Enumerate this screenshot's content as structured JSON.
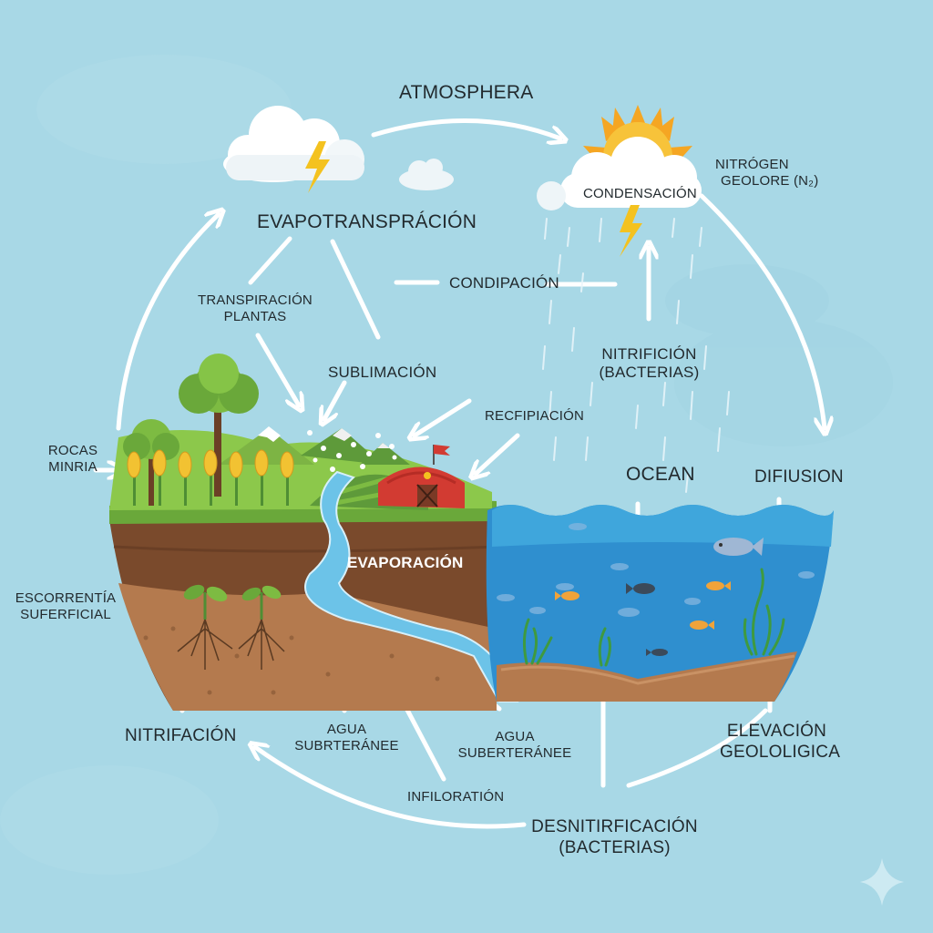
{
  "diagram": {
    "type": "water-and-nitrogen-cycle illustration",
    "colors": {
      "background": "#a8d8e6",
      "arrow": "#ffffff",
      "text": "#222a2e",
      "grass": "#7dbb42",
      "soil_dark": "#7a4a2c",
      "soil_light": "#b47a4e",
      "ocean": "#2f8fcf",
      "river": "#6cc3e8",
      "barn": "#d23b32",
      "sun": "#f5b82e",
      "lightning": "#f4c21f"
    },
    "labels": {
      "atmosphera": "ATMOSPHERA",
      "condensacion": "CONDENSACIÓN",
      "nitrogen_line1": "NITRÓGEN",
      "nitrogen_line2": "GEOLORE (N₂)",
      "evapotranspiracion": "EVAPOTRANSPRÁCIÓN",
      "condipacion": "CONDIPACIÓN",
      "transpiracion_line1": "TRANSPIRACIÓN",
      "transpiracion_line2": "PLANTAS",
      "nitrificion_line1": "NITRIFICIÓN",
      "nitrificion_line2": "(BACTERIAS)",
      "sublimacion": "SUBLIMACIÓN",
      "recfipiacion": "RECFIPIACIÓN",
      "ocean": "OCEAN",
      "difusion": "DIFIUSION",
      "rocas_line1": "ROCAS",
      "rocas_line2": "MINRIA",
      "evaporacion": "EVAPORACIÓN",
      "escorrentia_line1": "ESCORRENTÍA",
      "escorrentia_line2": "SUFERFICIAL",
      "nitrifacion": "NITRIFACIÓN",
      "agua1_line1": "AGUA",
      "agua1_line2": "SUBRTERÁNEE",
      "agua2_line1": "AGUA",
      "agua2_line2": "SUBERTERÁNEE",
      "elevacion_line1": "ELEVACIÓN",
      "elevacion_line2": "GEOLOLIGICA",
      "infiloration": "INFILORATIÓN",
      "desnitirficacion_line1": "DESNITIRFICACIÓN",
      "desnitirficacion_line2": "(BACTERIAS)"
    },
    "icons": [
      "cloud-icon",
      "lightning-icon",
      "sun-icon",
      "rain-icon",
      "tree-icon",
      "corn-icon",
      "mountain-icon",
      "barn-icon",
      "flag-icon",
      "river-icon",
      "sprout-icon",
      "fish-icon",
      "seaweed-icon",
      "sparkle-icon"
    ]
  }
}
